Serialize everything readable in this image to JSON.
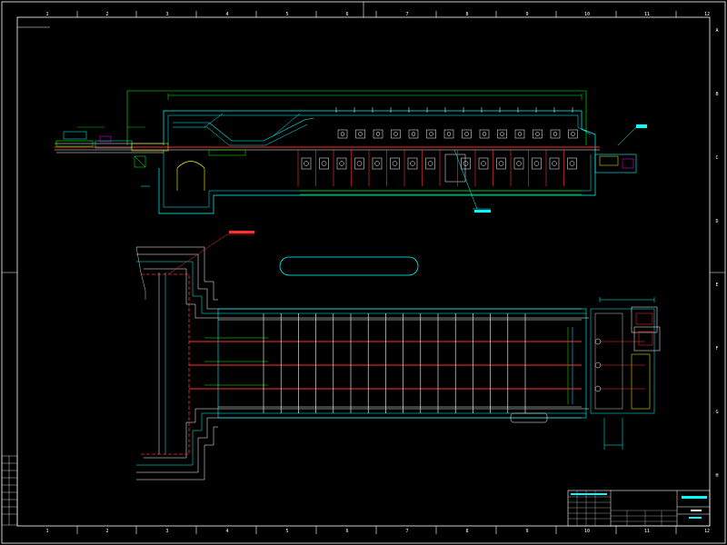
{
  "drawing": {
    "background": "#000000",
    "colors": {
      "frame": "#ffffff",
      "cyan": "#00ffff",
      "green": "#00ff00",
      "red": "#ff3030",
      "yellow": "#ffff00",
      "magenta": "#ff00ff"
    },
    "column_numbers": [
      "1",
      "2",
      "3",
      "4",
      "5",
      "6",
      "7",
      "8",
      "9",
      "10",
      "11",
      "12"
    ],
    "row_letters": [
      "A",
      "B",
      "C",
      "D",
      "E",
      "F",
      "G",
      "H"
    ]
  }
}
